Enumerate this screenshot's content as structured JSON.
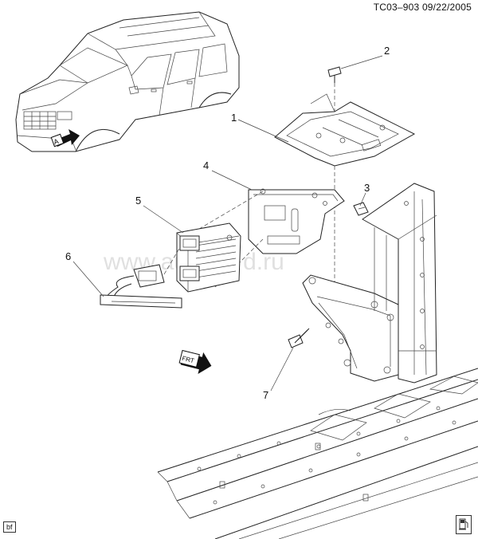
{
  "header": {
    "code": "TC03–903  09/22/2005"
  },
  "callouts": [
    {
      "id": "callout-1",
      "label": "1"
    },
    {
      "id": "callout-2",
      "label": "2"
    },
    {
      "id": "callout-3",
      "label": "3"
    },
    {
      "id": "callout-4",
      "label": "4"
    },
    {
      "id": "callout-5",
      "label": "5"
    },
    {
      "id": "callout-6",
      "label": "6"
    },
    {
      "id": "callout-7",
      "label": "7"
    }
  ],
  "view_marker": "A",
  "front_arrow": "FRT",
  "watermark": "www.autoskl d.ru",
  "footer": {
    "corner_code": "bf",
    "fuel_icon": "fuel-icon"
  }
}
